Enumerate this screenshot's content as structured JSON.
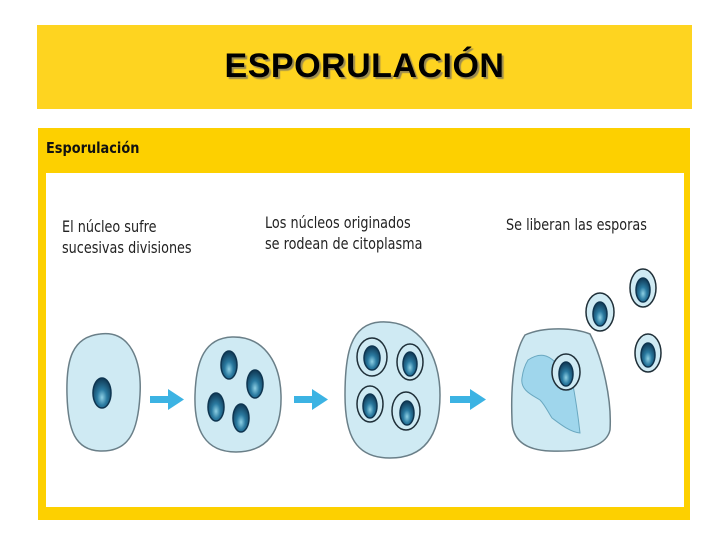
{
  "slide": {
    "title": "ESPORULACIÓN"
  },
  "figure": {
    "heading": "Esporulación",
    "steps": [
      {
        "caption_line1": "El núcleo sufre",
        "caption_line2": "sucesivas divisiones",
        "nuclei_count": 1
      },
      {
        "caption_line1": "",
        "caption_line2": "",
        "nuclei_count": 4
      },
      {
        "caption_line1": "Los núcleos originados",
        "caption_line2": "se rodean de citoplasma",
        "spores_count": 4
      },
      {
        "caption_line1": "Se liberan las esporas",
        "caption_line2": "",
        "released_spores": 3,
        "remaining_spores": 1
      }
    ],
    "arrows": 3
  },
  "colors": {
    "title_bg": "#fed420",
    "frame": "#fdd000",
    "cell_fill": "#cfeaf3",
    "cell_stroke": "#6a7f88",
    "nucleus": "#1b5a7c",
    "arrow": "#3cb3e3",
    "residual_cytoplasm": "#9fd6ec"
  }
}
